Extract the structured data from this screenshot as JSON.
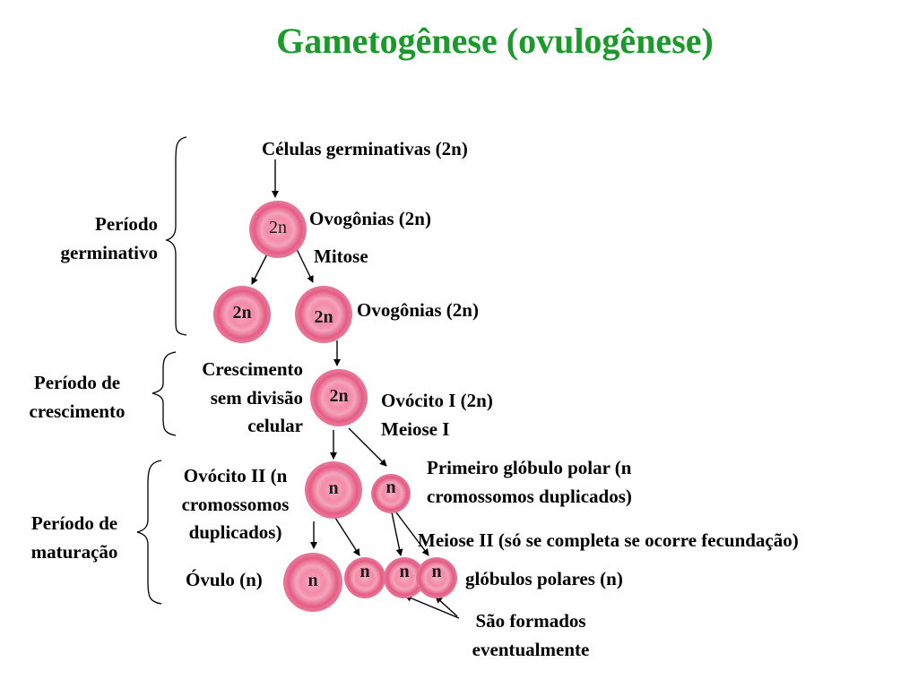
{
  "title": "Gametogênese (ovulogênese)",
  "periods": {
    "germinativo": "Período\ngerminativo",
    "crescimento": "Período de\ncrescimento",
    "maturacao": "Período de\nmaturação"
  },
  "labels": {
    "celulas_germinativas": "Células germinativas (2n)",
    "ovogonias_1": "Ovogônias (2n)",
    "mitose": "Mitose",
    "ovogonias_2": "Ovogônias (2n)",
    "crescimento_sem_divisao": "Crescimento\nsem divisão\ncelular",
    "ovocito_I": "Ovócito I (2n)\nMeiose I",
    "ovocito_II": "Ovócito II (n\ncromossomos\nduplicados)",
    "primeiro_globulo": "Primeiro glóbulo polar (n\ncromossomos duplicados)",
    "meiose_II": "Meiose II (só se completa se ocorre fecundação)",
    "ovulo": "Óvulo (n)",
    "globulos_polares": "glóbulos polares (n)",
    "formados_eventualmente": "São formados\neventualmente"
  },
  "cells": {
    "ovogonia_top": "2n",
    "ovogonia_left": "2n",
    "ovogonia_right": "2n",
    "ovocito_I": "2n",
    "ovocito_II": "n",
    "globulo_primeiro": "n",
    "ovulo": "n",
    "globulo_a": "n",
    "globulo_b": "n",
    "globulo_c": "n"
  },
  "colors": {
    "title": "#1a9a2a",
    "cell": "#f48aa6"
  }
}
